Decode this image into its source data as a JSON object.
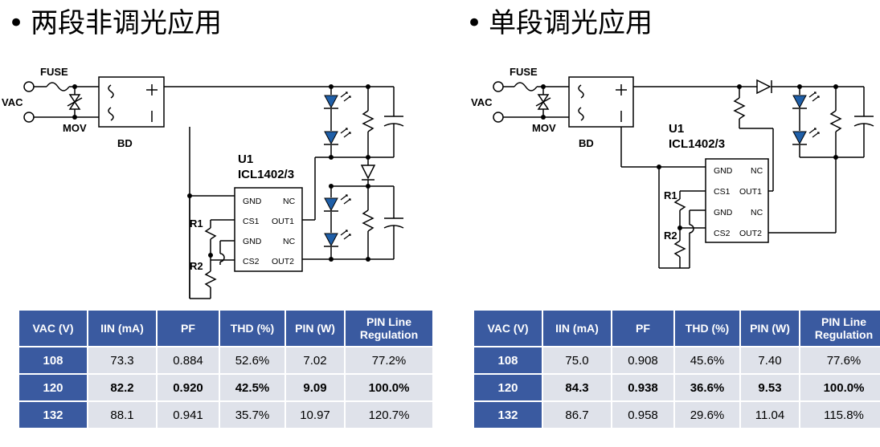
{
  "left": {
    "title": "两段非调光应用",
    "labels": {
      "fuse": "FUSE",
      "vac": "VAC",
      "mov": "MOV",
      "bd": "BD",
      "u1": "U1",
      "part": "ICL1402/3",
      "r1": "R1",
      "r2": "R2",
      "pins": [
        "GND",
        "NC",
        "CS1",
        "OUT1",
        "GND",
        "NC",
        "CS2",
        "OUT2"
      ]
    },
    "table": {
      "headers": [
        "VAC (V)",
        "IIN (mA)",
        "PF",
        "THD (%)",
        "PIN (W)",
        "PIN Line Regulation"
      ],
      "rows": [
        [
          "108",
          "73.3",
          "0.884",
          "52.6%",
          "7.02",
          "77.2%"
        ],
        [
          "120",
          "82.2",
          "0.920",
          "42.5%",
          "9.09",
          "100.0%"
        ],
        [
          "132",
          "88.1",
          "0.941",
          "35.7%",
          "10.97",
          "120.7%"
        ]
      ]
    }
  },
  "right": {
    "title": "单段调光应用",
    "labels": {
      "fuse": "FUSE",
      "vac": "VAC",
      "mov": "MOV",
      "bd": "BD",
      "u1": "U1",
      "part": "ICL1402/3",
      "r1": "R1",
      "r2": "R2",
      "pins": [
        "GND",
        "NC",
        "CS1",
        "OUT1",
        "GND",
        "NC",
        "CS2",
        "OUT2"
      ]
    },
    "table": {
      "headers": [
        "VAC (V)",
        "IIN (mA)",
        "PF",
        "THD (%)",
        "PIN (W)",
        "PIN Line Regulation"
      ],
      "rows": [
        [
          "108",
          "75.0",
          "0.908",
          "45.6%",
          "7.40",
          "77.6%"
        ],
        [
          "120",
          "84.3",
          "0.938",
          "36.6%",
          "9.53",
          "100.0%"
        ],
        [
          "132",
          "86.7",
          "0.958",
          "29.6%",
          "11.04",
          "115.8%"
        ]
      ]
    }
  },
  "colors": {
    "header": "#3a5aa0",
    "cell": "#dfe2ea",
    "led": "#1f5fa8"
  }
}
